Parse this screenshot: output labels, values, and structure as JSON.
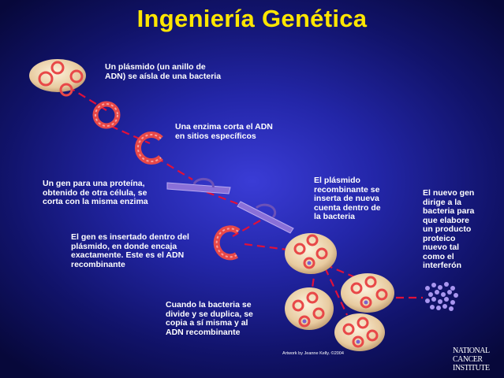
{
  "title": "Ingeniería Genética",
  "captions": {
    "step1": "Un plásmido (un anillo de\nADN) se aísla de una bacteria",
    "step2": "Una enzima corta el ADN\nen sitios específicos",
    "step3": "Un gen para una proteína,\nobtenido de otra célula, se\ncorta con la misma enzima",
    "step4": "El gen es insertado dentro del\nplásmido, en donde encaja\nexactamente. Este es el ADN\nrecombinante",
    "step5": "El plásmido\nrecombinante se\ninserta de nueva\ncuenta dentro de\nla bacteria",
    "step6": "Cuando la bacteria se\ndivide y se duplica, se\ncopia a sí misma y al\nADN recombinante",
    "step7": "El nuevo gen\ndirige a la\nbacteria para\nque elabore\nun producto\nproteico\nnuevo tal\ncomo el\ninterferón"
  },
  "credit": "Artwork by Jeanne Kelly. ©2004",
  "logo": [
    "NATIONAL",
    "CANCER",
    "INSTITUTE"
  ],
  "colors": {
    "title": "#ffe600",
    "text": "#ffffff",
    "connector": "#e0103a",
    "plasmid": "#e84848",
    "bacterium": "#e8cba0",
    "dna_strand": "#8a70d8",
    "protein": "#a996f0"
  }
}
